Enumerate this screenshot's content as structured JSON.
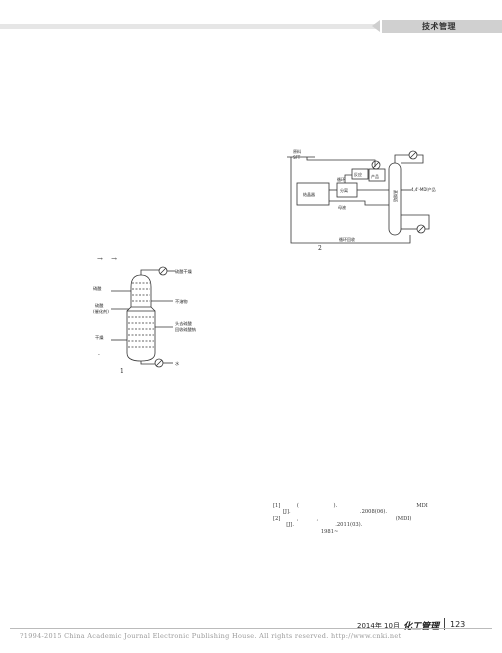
{
  "header": {
    "section_title": "技术管理"
  },
  "figure1": {
    "caption": "1",
    "labels": {
      "top_right": "硫酸干燥",
      "left_top": "硝酸",
      "left_mid": "硫酸",
      "left_mid_sub": "(催化剂)",
      "left_bottom": "干燥",
      "right_mid": "不溶物",
      "right_lower": "头去硫酸",
      "right_lower2": "回收硫酸钠",
      "bottom_right": "水"
    }
  },
  "figure2": {
    "caption": "2",
    "labels": {
      "feed_top": "原料",
      "feed_top2": "SFT",
      "box_left": "结晶器",
      "box_mid": "分离",
      "box_mid_small": "反应",
      "box_right_small": "产品",
      "label_recycle": "循环",
      "label_mother": "母液",
      "column": "蒸馏塔",
      "product_out": "4,4'-MDI产品",
      "bottom_loop": "循环回收"
    }
  },
  "body": {
    "arrows": "→  →",
    "dot": "."
  },
  "references": [
    "[1]          (                     ).                                                MDI",
    "      [J].                                          .2008(06).",
    "[2]          ,           ,                                               (MDI)",
    "        [J].                         .2011(03).",
    "                             1981~"
  ],
  "footer": {
    "date": "2014年 10月",
    "journal": "化工管理",
    "page": "123",
    "copyright": "?1994-2015 China Academic Journal Electronic Publishing House. All rights reserved.    http://www.cnki.net"
  }
}
